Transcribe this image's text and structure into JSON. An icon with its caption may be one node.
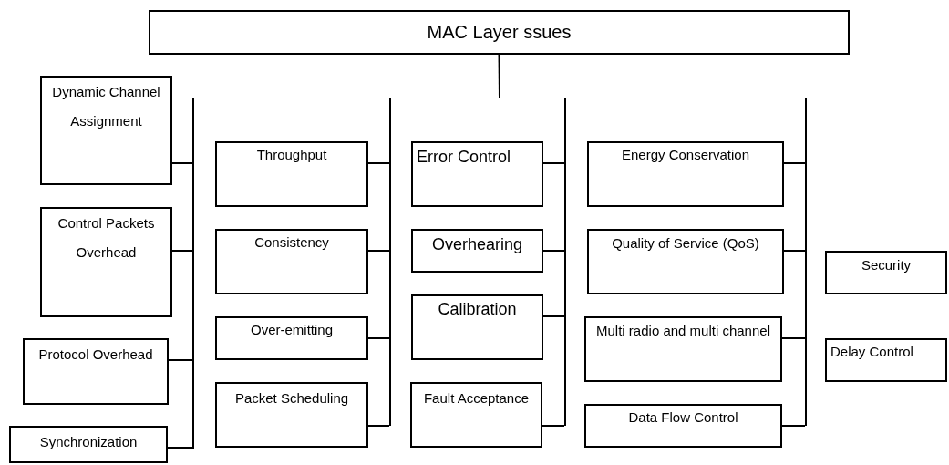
{
  "diagram": {
    "nodes": [
      {
        "text": [
          "MAC Layer ssues"
        ]
      },
      {
        "text": [
          "Dynamic Channel Assignment"
        ]
      },
      {
        "text": [
          "Control Packets Overhead"
        ]
      },
      {
        "text": [
          "Protocol Overhead"
        ]
      },
      {
        "text": [
          "Synchronization"
        ]
      },
      {
        "text": [
          "Throughput"
        ]
      },
      {
        "text": [
          "Consistency"
        ]
      },
      {
        "text": [
          "Over-emitting"
        ]
      },
      {
        "text": [
          "Packet Scheduling"
        ]
      },
      {
        "text": [
          "Error Control"
        ]
      },
      {
        "text": [
          "Overhearing"
        ]
      },
      {
        "text": [
          "Calibration"
        ]
      },
      {
        "text": [
          "Fault Acceptance"
        ]
      },
      {
        "text": [
          "Energy Conservation"
        ]
      },
      {
        "text": [
          "Quality of Service (QoS)"
        ]
      },
      {
        "text": [
          "Multi radio and multi channel"
        ]
      },
      {
        "text": [
          "Data Flow Control"
        ]
      },
      {
        "text": [
          "Security"
        ]
      },
      {
        "text": [
          "Delay Control"
        ]
      },
      {
        "text": [],
        "shape": "bar"
      },
      {
        "text": [],
        "shape": "bar"
      },
      {
        "text": [],
        "shape": "bar"
      },
      {
        "text": [],
        "shape": "bar"
      }
    ],
    "edges": [
      {
        "from": 0,
        "to": null,
        "arrow": "none"
      },
      {
        "from": 1,
        "to": 19,
        "arrow": "none"
      },
      {
        "from": 2,
        "to": 19,
        "arrow": "none"
      },
      {
        "from": 3,
        "to": 19,
        "arrow": "none"
      },
      {
        "from": 4,
        "to": 19,
        "arrow": "none"
      },
      {
        "from": 5,
        "to": 20,
        "arrow": "none"
      },
      {
        "from": 6,
        "to": 20,
        "arrow": "none"
      },
      {
        "from": 7,
        "to": 20,
        "arrow": "none"
      },
      {
        "from": 8,
        "to": 20,
        "arrow": "none"
      },
      {
        "from": 9,
        "to": 21,
        "arrow": "none"
      },
      {
        "from": 10,
        "to": 21,
        "arrow": "none"
      },
      {
        "from": 11,
        "to": 21,
        "arrow": "none"
      },
      {
        "from": 12,
        "to": 21,
        "arrow": "none"
      },
      {
        "from": 13,
        "to": 22,
        "arrow": "none"
      },
      {
        "from": 14,
        "to": 22,
        "arrow": "none"
      },
      {
        "from": 15,
        "to": 22,
        "arrow": "none"
      },
      {
        "from": 16,
        "to": 22,
        "arrow": "none"
      }
    ]
  }
}
